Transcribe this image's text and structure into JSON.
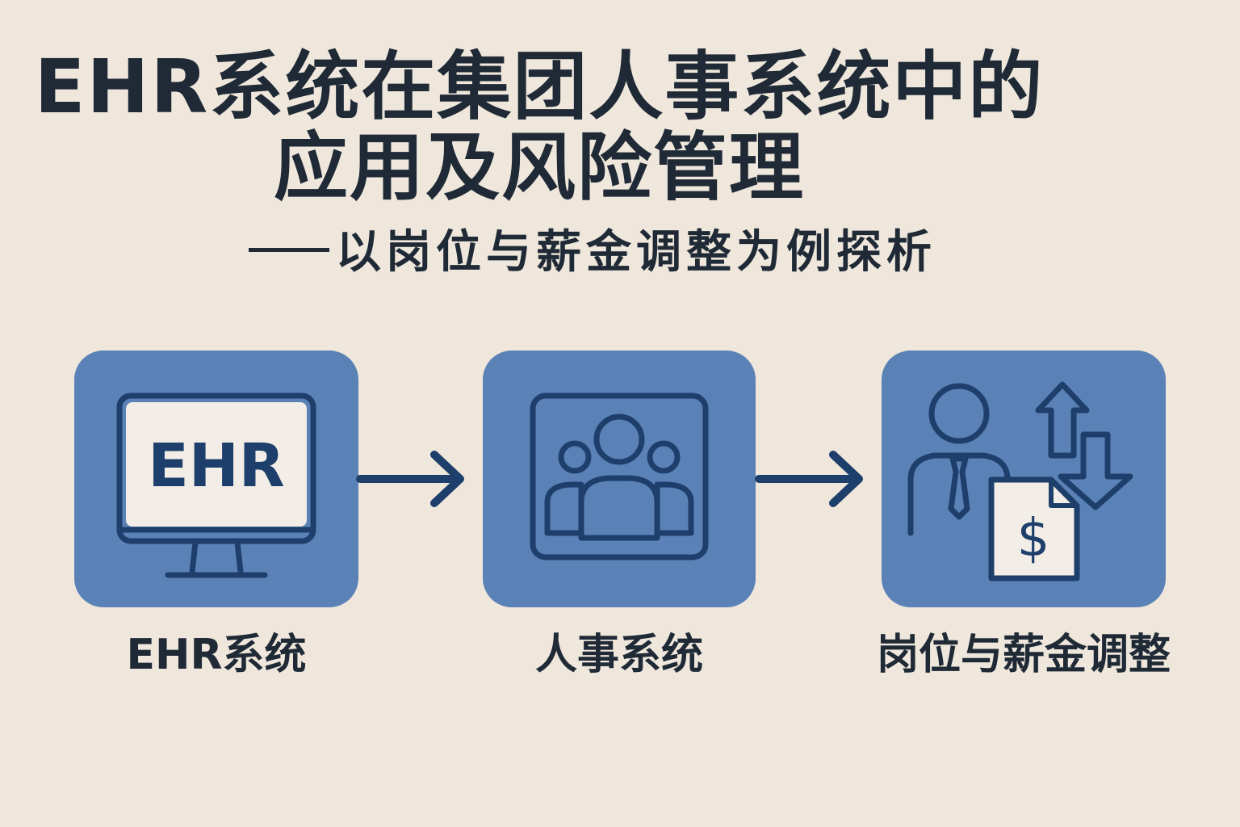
{
  "title": {
    "line1": "EHR系统在集团人事系统中的",
    "line2": "应用及风险管理"
  },
  "subtitle": "以岗位与薪金调整为例探析",
  "nodes": [
    {
      "label": "EHR系统",
      "icon": "monitor-icon",
      "screen_text": "EHR"
    },
    {
      "label": "人事系统",
      "icon": "people-group-icon"
    },
    {
      "label": "岗位与薪金调整",
      "icon": "person-salary-adjust-icon",
      "currency_symbol": "$"
    }
  ],
  "colors": {
    "background": "#efe7dc",
    "node_fill": "#5b82b6",
    "icon_stroke": "#1e3f6b",
    "text": "#1f2a36"
  }
}
